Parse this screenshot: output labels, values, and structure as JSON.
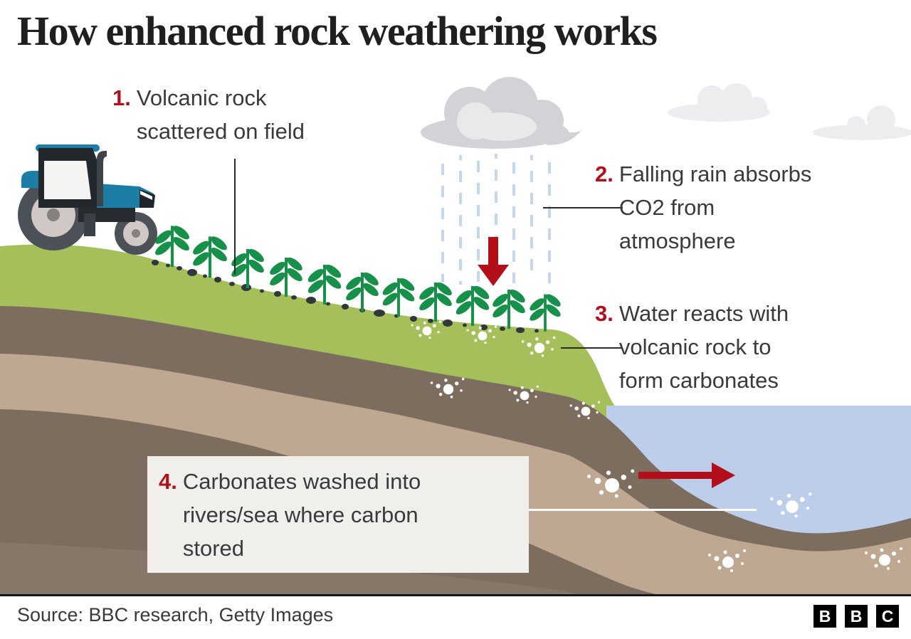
{
  "title": "How enhanced rock weathering works",
  "annotations": [
    {
      "number": "1.",
      "text": "Volcanic rock\nscattered on field"
    },
    {
      "number": "2.",
      "text": "Falling rain absorbs\nCO2 from\natmosphere"
    },
    {
      "number": "3.",
      "text": "Water reacts with\nvolcanic rock to\nform carbonates"
    },
    {
      "number": "4.",
      "text": "Carbonates washed into\nrivers/sea where carbon\nstored"
    }
  ],
  "footer": {
    "source": "Source: BBC research, Getty Images",
    "logo_letters": [
      "B",
      "B",
      "C"
    ]
  },
  "colors": {
    "accent_red": "#b20f1a",
    "grass_green": "#a5c05a",
    "plant_green": "#17914a",
    "sea_blue": "#bccee9",
    "soil_dark_brown": "#7c6d5f",
    "soil_tan": "#bfa892",
    "soil_base_brown": "#877768",
    "cloud_grey": "#d2d3d7",
    "rain_blue": "#c3d7ee",
    "tractor_blue": "#1c7ea7",
    "title_black": "#1f1f1f",
    "text_grey": "#3a3a3a"
  },
  "scene_icons": [
    "tractor-icon",
    "rain-cloud-icon",
    "cloud-icon",
    "crop-plant-icon",
    "rock-fragments",
    "down-arrow-icon",
    "right-arrow-icon",
    "carbonate-bubbles",
    "sea",
    "soil-layers"
  ]
}
